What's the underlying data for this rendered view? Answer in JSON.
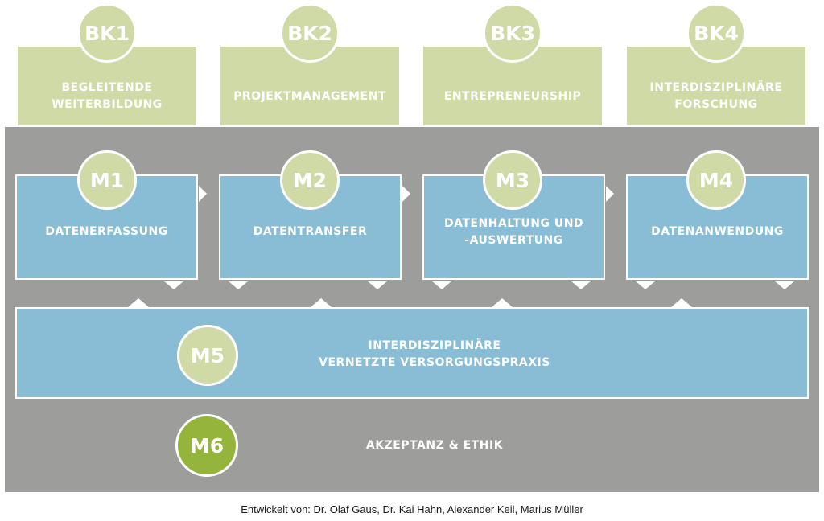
{
  "competencies": [
    {
      "code": "BK1",
      "label": "BEGLEITENDE\nWEITERBILDUNG"
    },
    {
      "code": "BK2",
      "label": "PROJEKTMANAGEMENT"
    },
    {
      "code": "BK3",
      "label": "ENTREPRENEURSHIP"
    },
    {
      "code": "BK4",
      "label": "INTERDISZIPLINÄRE\nFORSCHUNG"
    }
  ],
  "modules": [
    {
      "code": "M1",
      "label": "DATENERFASSUNG"
    },
    {
      "code": "M2",
      "label": "DATENTRANSFER"
    },
    {
      "code": "M3",
      "label": "DATENHALTUNG UND\n-AUSWERTUNG"
    },
    {
      "code": "M4",
      "label": "DATENANWENDUNG"
    }
  ],
  "m5": {
    "code": "M5",
    "label": "INTERDISZIPLINÄRE\nVERNETZTE VERSORGUNGSPRAXIS"
  },
  "m6": {
    "code": "M6",
    "label": "AKZEPTANZ & ETHIK"
  },
  "credit": "Entwickelt von: Dr. Olaf Gaus, Dr. Kai Hahn, Alexander Keil, Marius Müller",
  "colors": {
    "competency_green": "#cfdaa6",
    "module_blue": "#89bdd6",
    "panel_gray": "#9d9d9c",
    "ethics_green": "#95b43b"
  }
}
